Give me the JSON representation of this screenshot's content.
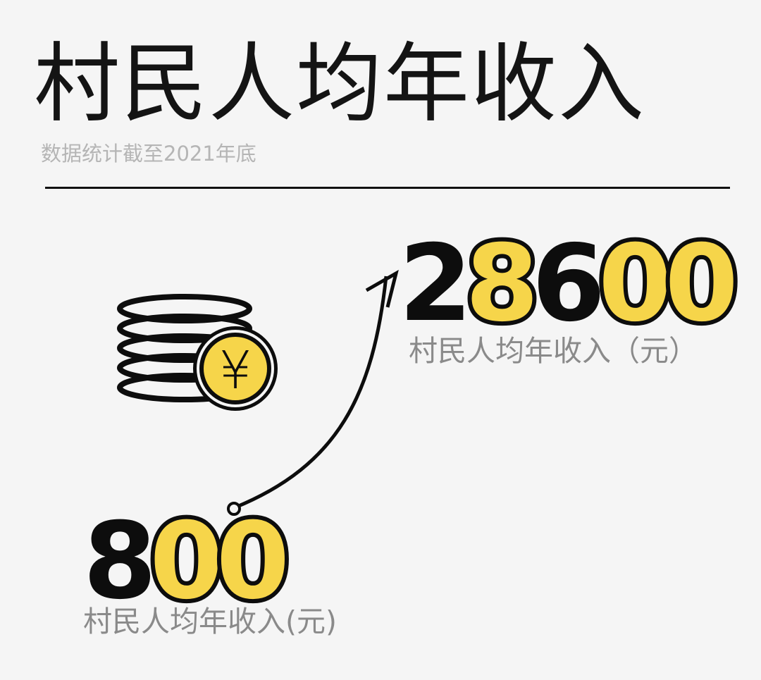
{
  "header": {
    "title": "村民人均年收入",
    "subtitle": "数据统计截至2021年底"
  },
  "icons": {
    "coins": "coin-stack-icon",
    "yuan_symbol": "¥",
    "growth_arrow": "growth-arrow-icon"
  },
  "colors": {
    "background": "#f5f5f5",
    "text_dark": "#0d0d0d",
    "accent_yellow": "#f6d54a",
    "caption_gray": "#8a8a8a",
    "subtitle_gray": "#b5b5b5"
  },
  "stats": {
    "before": {
      "value": "800",
      "label": "村民人均年收入(元)"
    },
    "after": {
      "value": "28600",
      "label": "村民人均年收入（元）"
    }
  }
}
